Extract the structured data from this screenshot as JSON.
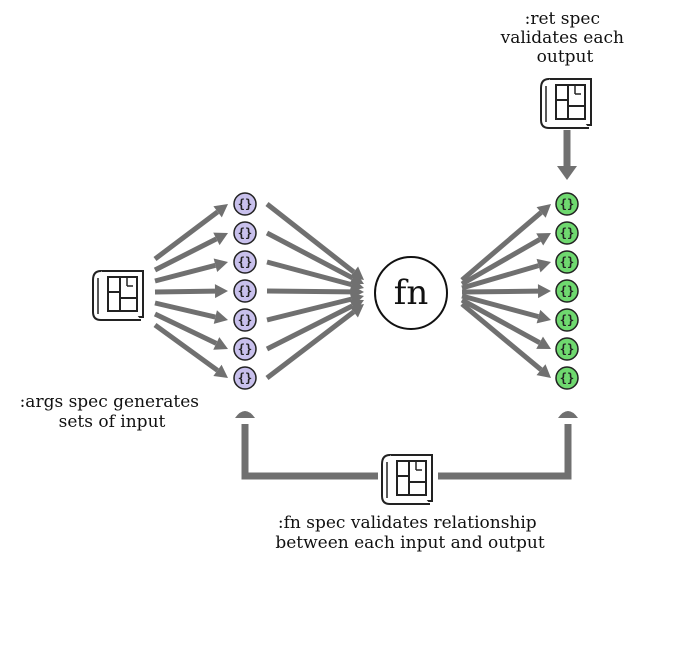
{
  "function_label": "fn",
  "ret_spec": {
    "caption": [
      ":ret spec",
      "validates each",
      "output"
    ]
  },
  "args_spec": {
    "caption": [
      ":args spec generates",
      "sets of input"
    ]
  },
  "fn_spec": {
    "caption": [
      ":fn spec validates relationship",
      "between each input and output"
    ]
  },
  "inputs": {
    "count": 7,
    "glyph": "{}",
    "color": "#c8c0ec"
  },
  "outputs": {
    "count": 7,
    "glyph": "{}",
    "color": "#6fd86f"
  },
  "icons": {
    "spec": "blueprint-scroll-icon"
  },
  "colors": {
    "arrow": "#707070",
    "outline": "#222222"
  }
}
